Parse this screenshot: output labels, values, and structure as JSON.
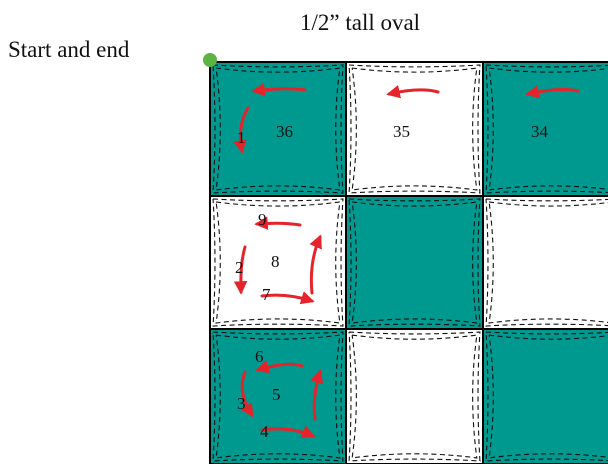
{
  "title": "1/2” tall oval",
  "start_label": "Start and end",
  "colors": {
    "teal": "#00998f",
    "white": "#ffffff",
    "grid": "#000000",
    "dashed": "#111111",
    "arrow": "#e4232b",
    "start_dot": "#5cb543"
  },
  "grid": {
    "rows": 3,
    "cols": 3,
    "fills": [
      [
        "teal",
        "white",
        "teal"
      ],
      [
        "white",
        "teal",
        "white"
      ],
      [
        "teal",
        "white",
        "teal"
      ]
    ]
  },
  "sequence_numbers": [
    {
      "id": "n1",
      "text": "1"
    },
    {
      "id": "n2",
      "text": "2"
    },
    {
      "id": "n3",
      "text": "3"
    },
    {
      "id": "n4",
      "text": "4"
    },
    {
      "id": "n5",
      "text": "5"
    },
    {
      "id": "n6",
      "text": "6"
    },
    {
      "id": "n7",
      "text": "7"
    },
    {
      "id": "n8",
      "text": "8"
    },
    {
      "id": "n9",
      "text": "9"
    },
    {
      "id": "n34",
      "text": "34"
    },
    {
      "id": "n35",
      "text": "35"
    },
    {
      "id": "n36",
      "text": "36"
    }
  ]
}
